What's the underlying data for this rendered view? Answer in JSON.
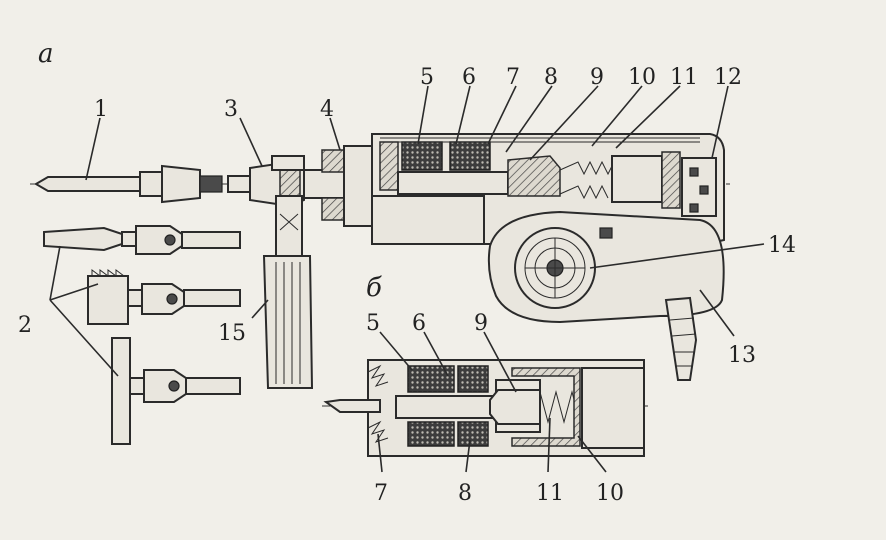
{
  "subfigures": [
    "а",
    "б"
  ],
  "part_labels_a": [
    "1",
    "2",
    "3",
    "4",
    "5",
    "6",
    "7",
    "8",
    "9",
    "10",
    "11",
    "12",
    "13",
    "14",
    "15"
  ],
  "part_labels_b": [
    "5",
    "6",
    "9",
    "7",
    "8",
    "11",
    "10"
  ],
  "colors": {
    "ink": "#2b2b2b",
    "paper": "#f1efe9"
  }
}
